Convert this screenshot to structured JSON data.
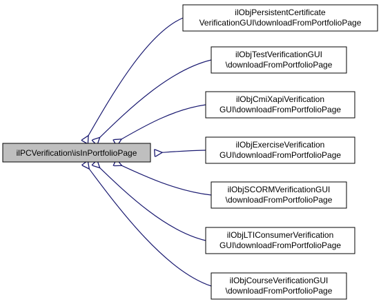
{
  "colors": {
    "edge": "#191970",
    "node_border": "#000000",
    "root_fill": "#bfbfbf",
    "node_fill": "#ffffff",
    "text": "#000000"
  },
  "root": {
    "label": "ilPCVerification\\isInPortfolioPage"
  },
  "callers": [
    {
      "lines": [
        "ilObjPersistentCertificate",
        "VerificationGUI\\downloadFromPortfolioPage"
      ]
    },
    {
      "lines": [
        "ilObjTestVerificationGUI",
        "\\downloadFromPortfolioPage"
      ]
    },
    {
      "lines": [
        "ilObjCmiXapiVerification",
        "GUI\\downloadFromPortfolioPage"
      ]
    },
    {
      "lines": [
        "ilObjExerciseVerification",
        "GUI\\downloadFromPortfolioPage"
      ]
    },
    {
      "lines": [
        "ilObjSCORMVerificationGUI",
        "\\downloadFromPortfolioPage"
      ]
    },
    {
      "lines": [
        "ilObjLTIConsumerVerification",
        "GUI\\downloadFromPortfolioPage"
      ]
    },
    {
      "lines": [
        "ilObjCourseVerificationGUI",
        "\\downloadFromPortfolioPage"
      ]
    }
  ]
}
